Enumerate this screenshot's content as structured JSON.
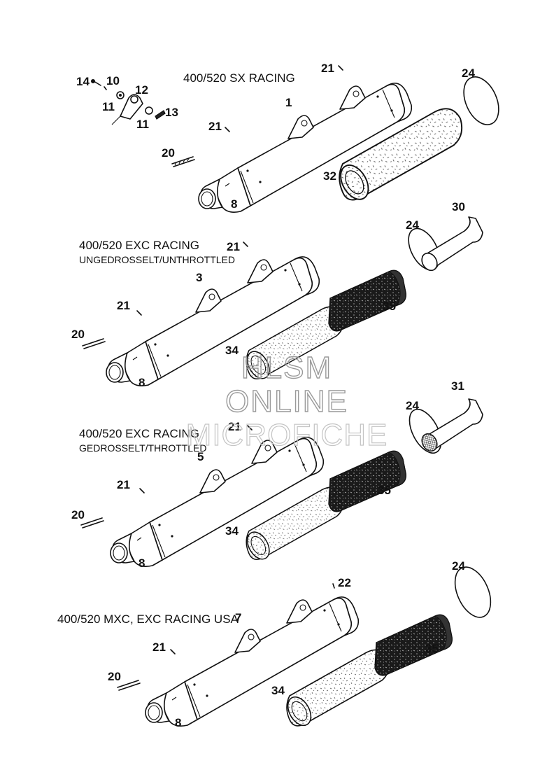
{
  "diagram": {
    "sections": [
      {
        "title": "400/520 SX RACING",
        "subtitle": ""
      },
      {
        "title": "400/520 EXC RACING",
        "subtitle": "UNGEDROSSELT/UNTHROTTLED"
      },
      {
        "title": "400/520 EXC RACING",
        "subtitle": "GEDROSSELT/THROTTLED"
      },
      {
        "title": "400/520 MXC, EXC RACING USA",
        "subtitle": ""
      }
    ],
    "callouts": {
      "s1": [
        "14",
        "10",
        "12",
        "11",
        "11",
        "13",
        "21",
        "1",
        "21",
        "20",
        "8",
        "24",
        "32"
      ],
      "s2": [
        "21",
        "3",
        "21",
        "20",
        "8",
        "34",
        "35",
        "24",
        "30"
      ],
      "s3": [
        "21",
        "5",
        "21",
        "20",
        "8",
        "34",
        "35",
        "24",
        "31"
      ],
      "s4": [
        "22",
        "7",
        "21",
        "20",
        "8",
        "34",
        "35",
        "24"
      ]
    },
    "watermark": [
      "HLSM",
      "ONLINE",
      "MICROFICHE"
    ]
  }
}
